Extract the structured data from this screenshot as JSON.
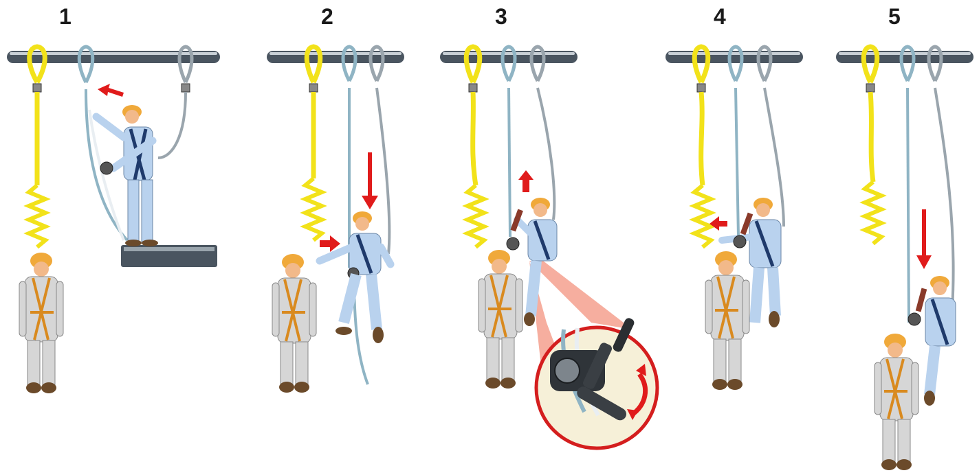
{
  "steps": [
    {
      "label": "1"
    },
    {
      "label": "2"
    },
    {
      "label": "3"
    },
    {
      "label": "4"
    },
    {
      "label": "5"
    }
  ],
  "lanyard_text": "",
  "colors": {
    "pipe": "#4a5560",
    "pipe_highlight": "#c9d0d6",
    "sling_yellow": "#f2e21a",
    "arrow_red": "#e01b1b",
    "rescuer_shirt": "#b9d2ee",
    "victim_suit": "#d6d6d6",
    "harness_navy": "#1f3a6b",
    "harness_orange": "#d98a1f",
    "helmet": "#f0a93a",
    "skin": "#f2b98a",
    "boots": "#6b4a2a",
    "rope_light": "#e9eef2",
    "rope_blue": "#8fb4c4",
    "magnifier_fill": "#f4a08e",
    "inset_bg": "#f6f0d8",
    "inset_ring": "#d41e1e"
  },
  "icons": [
    "red-arrow-icon",
    "rotate-arrow-icon",
    "carabiner-icon",
    "descender-device-icon"
  ]
}
